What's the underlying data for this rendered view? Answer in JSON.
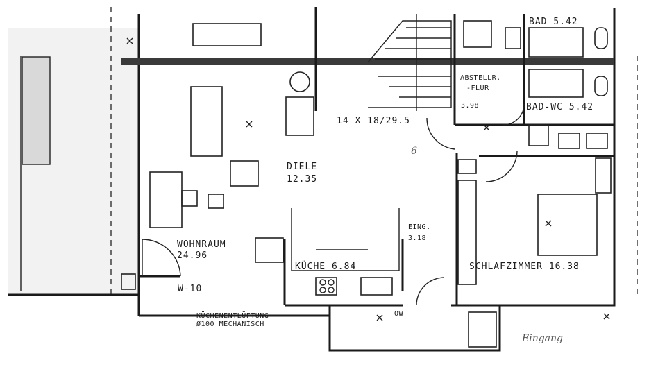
{
  "plan": {
    "rooms": {
      "bad": "BAD 5.42",
      "abstell": "ABSTELLR.",
      "flur": "-FLUR",
      "abstell_area": "3.98",
      "bad_wc": "BAD-WC 5.42",
      "stairs": "14 X 18/29.5",
      "diele": "DIELE",
      "diele_area": "12.35",
      "wohnraum": "WOHNRAUM",
      "wohnraum_area": "24.96",
      "eing": "EING.",
      "eing_area": "3.18",
      "kueche": "KÜCHE 6.84",
      "schlafzimmer": "SCHLAFZIMMER 16.38",
      "w_label": "W-10"
    },
    "notes": {
      "kitchen_vent_1": "KÜCHENENTLÜFTUNG",
      "kitchen_vent_2": "Ø100 MECHANISCH",
      "entrance": "Eingang"
    },
    "marks": {
      "six": "6",
      "ow": "OW"
    }
  }
}
